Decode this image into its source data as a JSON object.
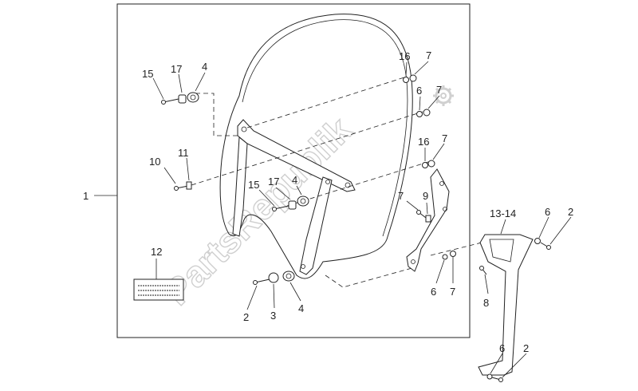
{
  "watermark": "PartsRepublik",
  "labels": {
    "l1": "1",
    "l15a": "15",
    "l17a": "17",
    "l4a": "4",
    "l10": "10",
    "l11": "11",
    "l15b": "15",
    "l17b": "17",
    "l4b": "4",
    "l12": "12",
    "l2a": "2",
    "l3": "3",
    "l4c": "4",
    "l16a": "16",
    "l7a": "7",
    "l6a": "6",
    "l7b": "7",
    "l16b": "16",
    "l7c": "7",
    "l7d": "7",
    "l9": "9",
    "l6b": "6",
    "l7e": "7",
    "l1314": "13-14",
    "l6c": "6",
    "l2b": "2",
    "l8": "8",
    "l6d": "6",
    "l2c": "2"
  }
}
